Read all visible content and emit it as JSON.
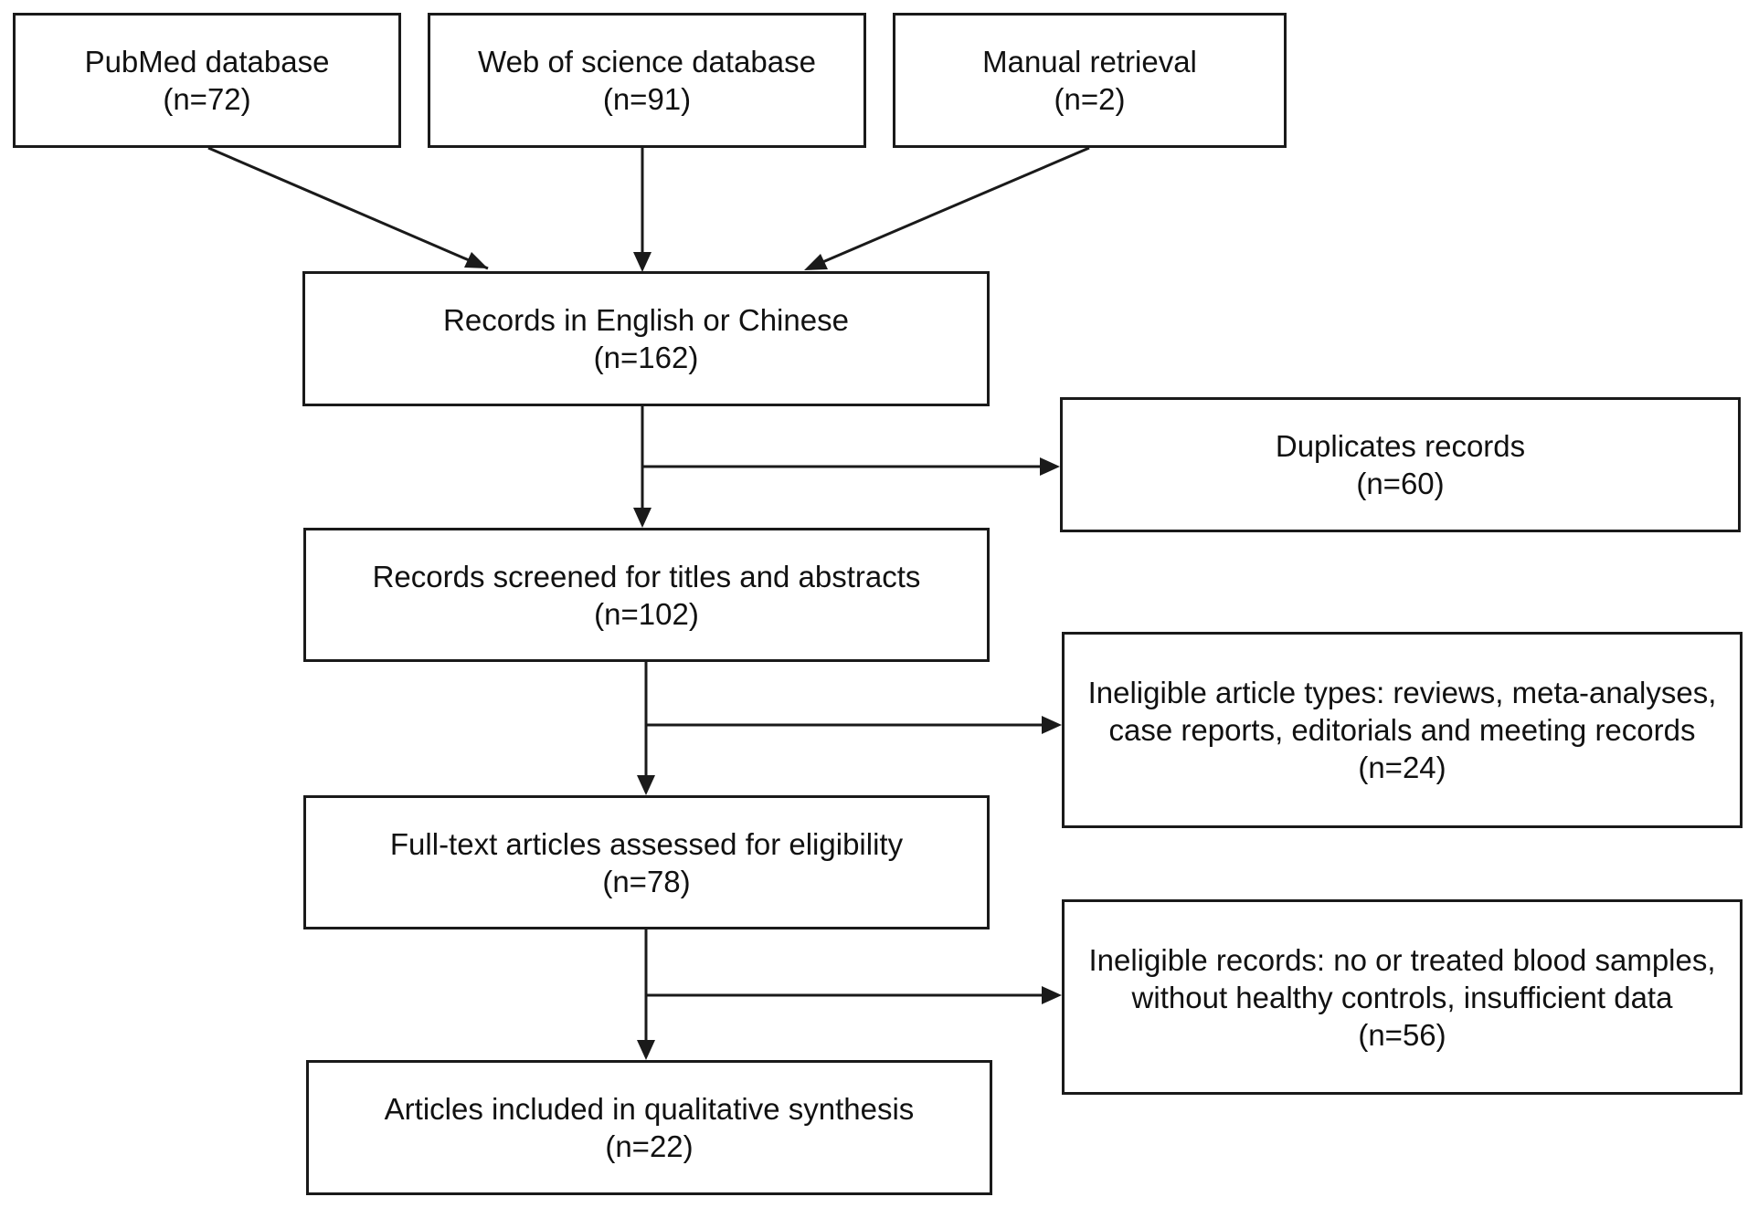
{
  "sources": [
    {
      "label": "PubMed database",
      "count": "(n=72)"
    },
    {
      "label": "Web of science database",
      "count": "(n=91)"
    },
    {
      "label": "Manual retrieval",
      "count": "(n=2)"
    }
  ],
  "main_steps": [
    {
      "label": "Records in English or Chinese",
      "count": "(n=162)"
    },
    {
      "label": "Records screened for titles and abstracts",
      "count": "(n=102)"
    },
    {
      "label": "Full-text articles assessed for eligibility",
      "count": "(n=78)"
    },
    {
      "label": "Articles included in qualitative synthesis",
      "count": "(n=22)"
    }
  ],
  "exclusions": [
    {
      "lines": [
        "Duplicates records"
      ],
      "count": "(n=60)"
    },
    {
      "lines": [
        "Ineligible article types: reviews, meta-analyses,",
        "case reports, editorials and meeting records"
      ],
      "count": "(n=24)"
    },
    {
      "lines": [
        "Ineligible records: no or treated blood samples,",
        "without healthy controls, insufficient data"
      ],
      "count": "(n=56)"
    }
  ],
  "colors": {
    "line": "#1a1a1a",
    "background": "#ffffff"
  }
}
